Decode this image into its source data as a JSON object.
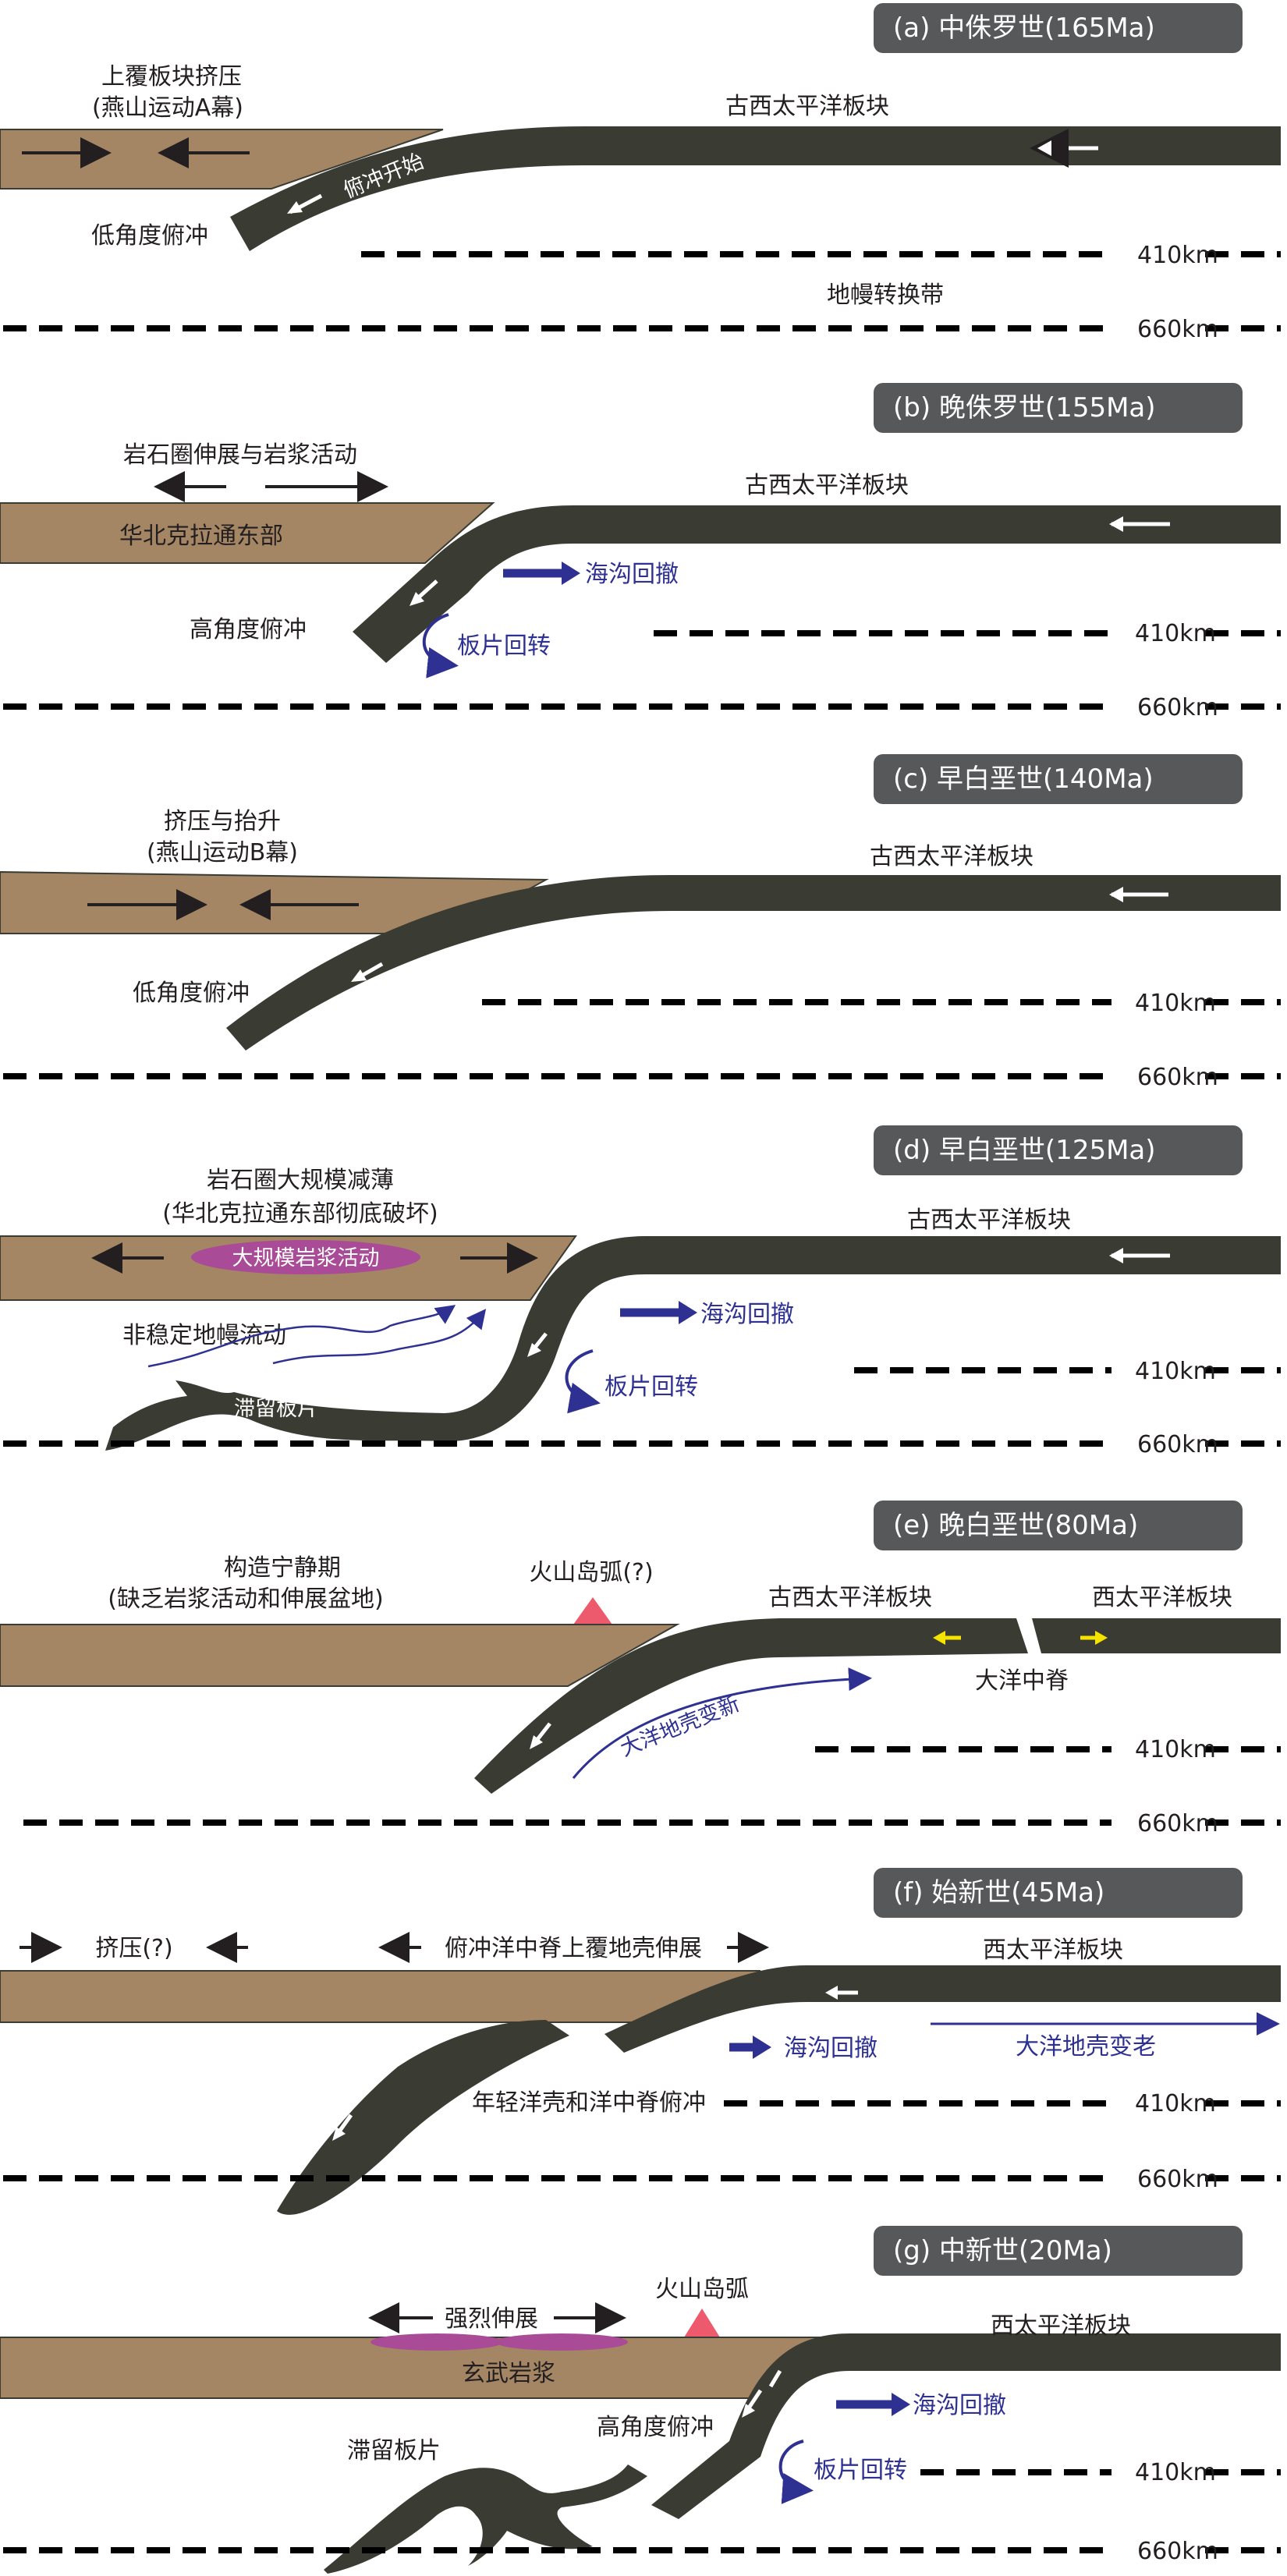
{
  "colors": {
    "plate": "#3a3b33",
    "crust": "#a48664",
    "title_bg": "#57585a",
    "blue_arrow": "#2e3192",
    "magma": "#a94b96",
    "arc": "#ee5a6d",
    "yellow_arrow": "#f7e300",
    "dash": "#000000"
  },
  "depth_labels": {
    "d410": "410km",
    "d660": "660km"
  },
  "panels": {
    "a": {
      "title": "(a)    中侏罗世(165Ma)",
      "upper_plate_label": "上覆板块挤压",
      "upper_plate_label2": "(燕山运动A幕)",
      "plate_label": "古西太平洋板块",
      "subduction_start": "俯冲开始",
      "low_angle": "低角度俯冲",
      "transition_zone": "地幔转换带"
    },
    "b": {
      "title": "(b)    晚侏罗世(155Ma)",
      "extension": "岩石圈伸展与岩浆活动",
      "craton": "华北克拉通东部",
      "plate_label": "古西太平洋板块",
      "rollback": "海沟回撤",
      "high_angle": "高角度俯冲",
      "slab_rotation": "板片回转"
    },
    "c": {
      "title": "(c)    早白垩世(140Ma)",
      "uplift": "挤压与抬升",
      "uplift2": "(燕山运动B幕)",
      "plate_label": "古西太平洋板块",
      "low_angle": "低角度俯冲"
    },
    "d": {
      "title": "(d)    早白垩世(125Ma)",
      "thinning": "岩石圈大规模减薄",
      "thinning2": "(华北克拉通东部彻底破坏)",
      "magma": "大规模岩浆活动",
      "plate_label": "古西太平洋板块",
      "mantle_flow": "非稳定地幔流动",
      "rollback": "海沟回撤",
      "stagnant_slab": "滞留板片",
      "slab_rotation": "板片回转"
    },
    "e": {
      "title": "(e)    晚白垩世(80Ma)",
      "quiet": "构造宁静期",
      "quiet2": "(缺乏岩浆活动和伸展盆地)",
      "arc": "火山岛弧(?)",
      "paleo_plate": "古西太平洋板块",
      "west_plate": "西太平洋板块",
      "ridge": "大洋中脊",
      "younger_crust": "大洋地壳变新"
    },
    "f": {
      "title": "(f)    始新世(45Ma)",
      "compression": "挤压(?)",
      "ridge_extension": "俯冲洋中脊上覆地壳伸展",
      "west_plate": "西太平洋板块",
      "rollback": "海沟回撤",
      "older_crust": "大洋地壳变老",
      "young_ridge": "年轻洋壳和洋中脊俯冲"
    },
    "g": {
      "title": "(g)    中新世(20Ma)",
      "strong_extension": "强烈伸展",
      "arc": "火山岛弧",
      "west_plate": "西太平洋板块",
      "basalt": "玄武岩浆",
      "rollback": "海沟回撤",
      "stagnant_slab": "滞留板片",
      "high_angle": "高角度俯冲",
      "slab_rotation": "板片回转"
    }
  }
}
